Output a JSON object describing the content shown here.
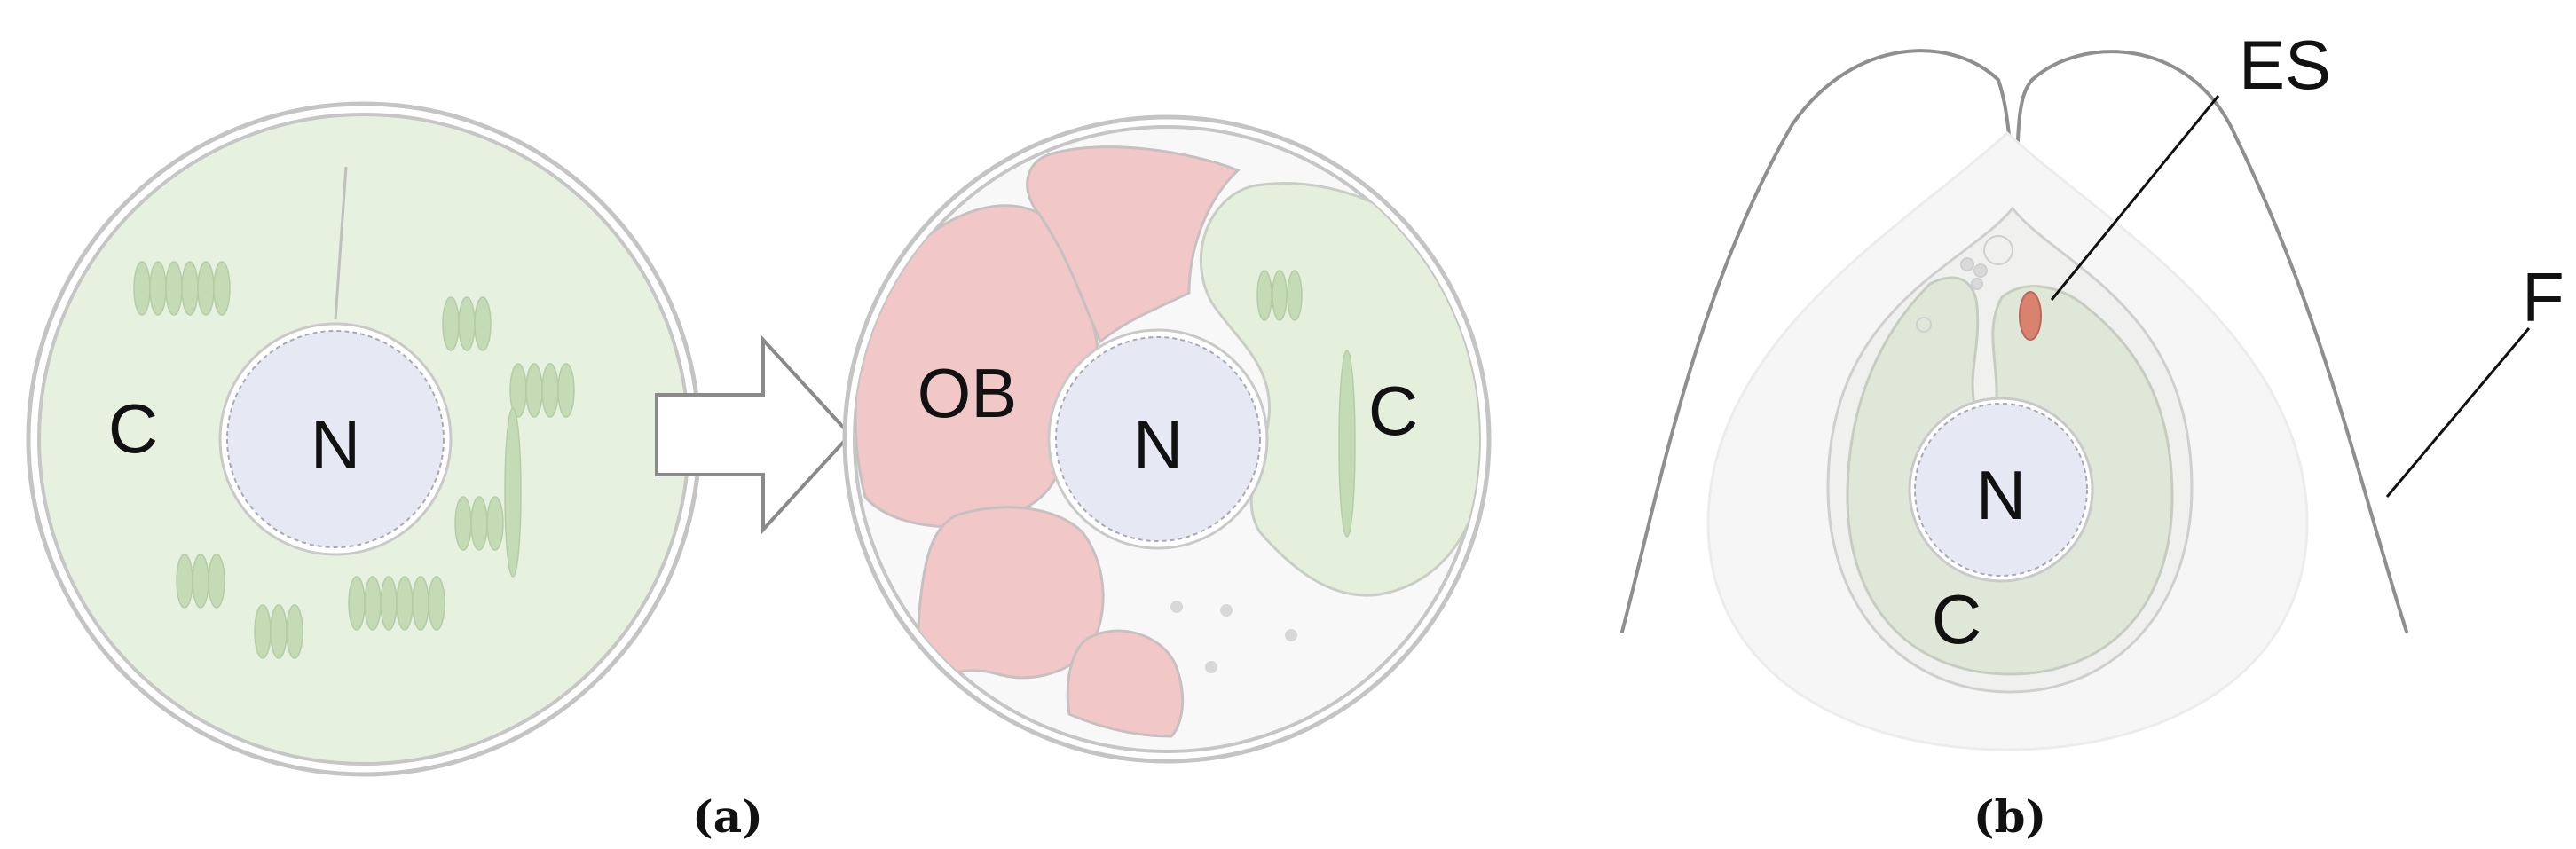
{
  "panels": [
    {
      "caption": "(a)",
      "cells": [
        {
          "labels": {
            "nucleus": "N",
            "chloroplast": "C"
          }
        },
        {
          "labels": {
            "nucleus": "N",
            "oil_bodies": "OB",
            "chloroplast": "C"
          }
        }
      ]
    },
    {
      "caption": "(b)",
      "labels": {
        "nucleus": "N",
        "chloroplast": "C",
        "eyespot": "ES",
        "flagella": "F"
      }
    }
  ],
  "colors": {
    "cell_wall": "#c4c4c4",
    "chloroplast": "#e6f0df",
    "thylakoid": "#c4dbb6",
    "nucleus": "#e6e8f3",
    "oil_body": "#f1c7c8",
    "eyespot": "#d98270",
    "flagellum": "#8f8f8f",
    "arrow": "#8a8a8a"
  }
}
